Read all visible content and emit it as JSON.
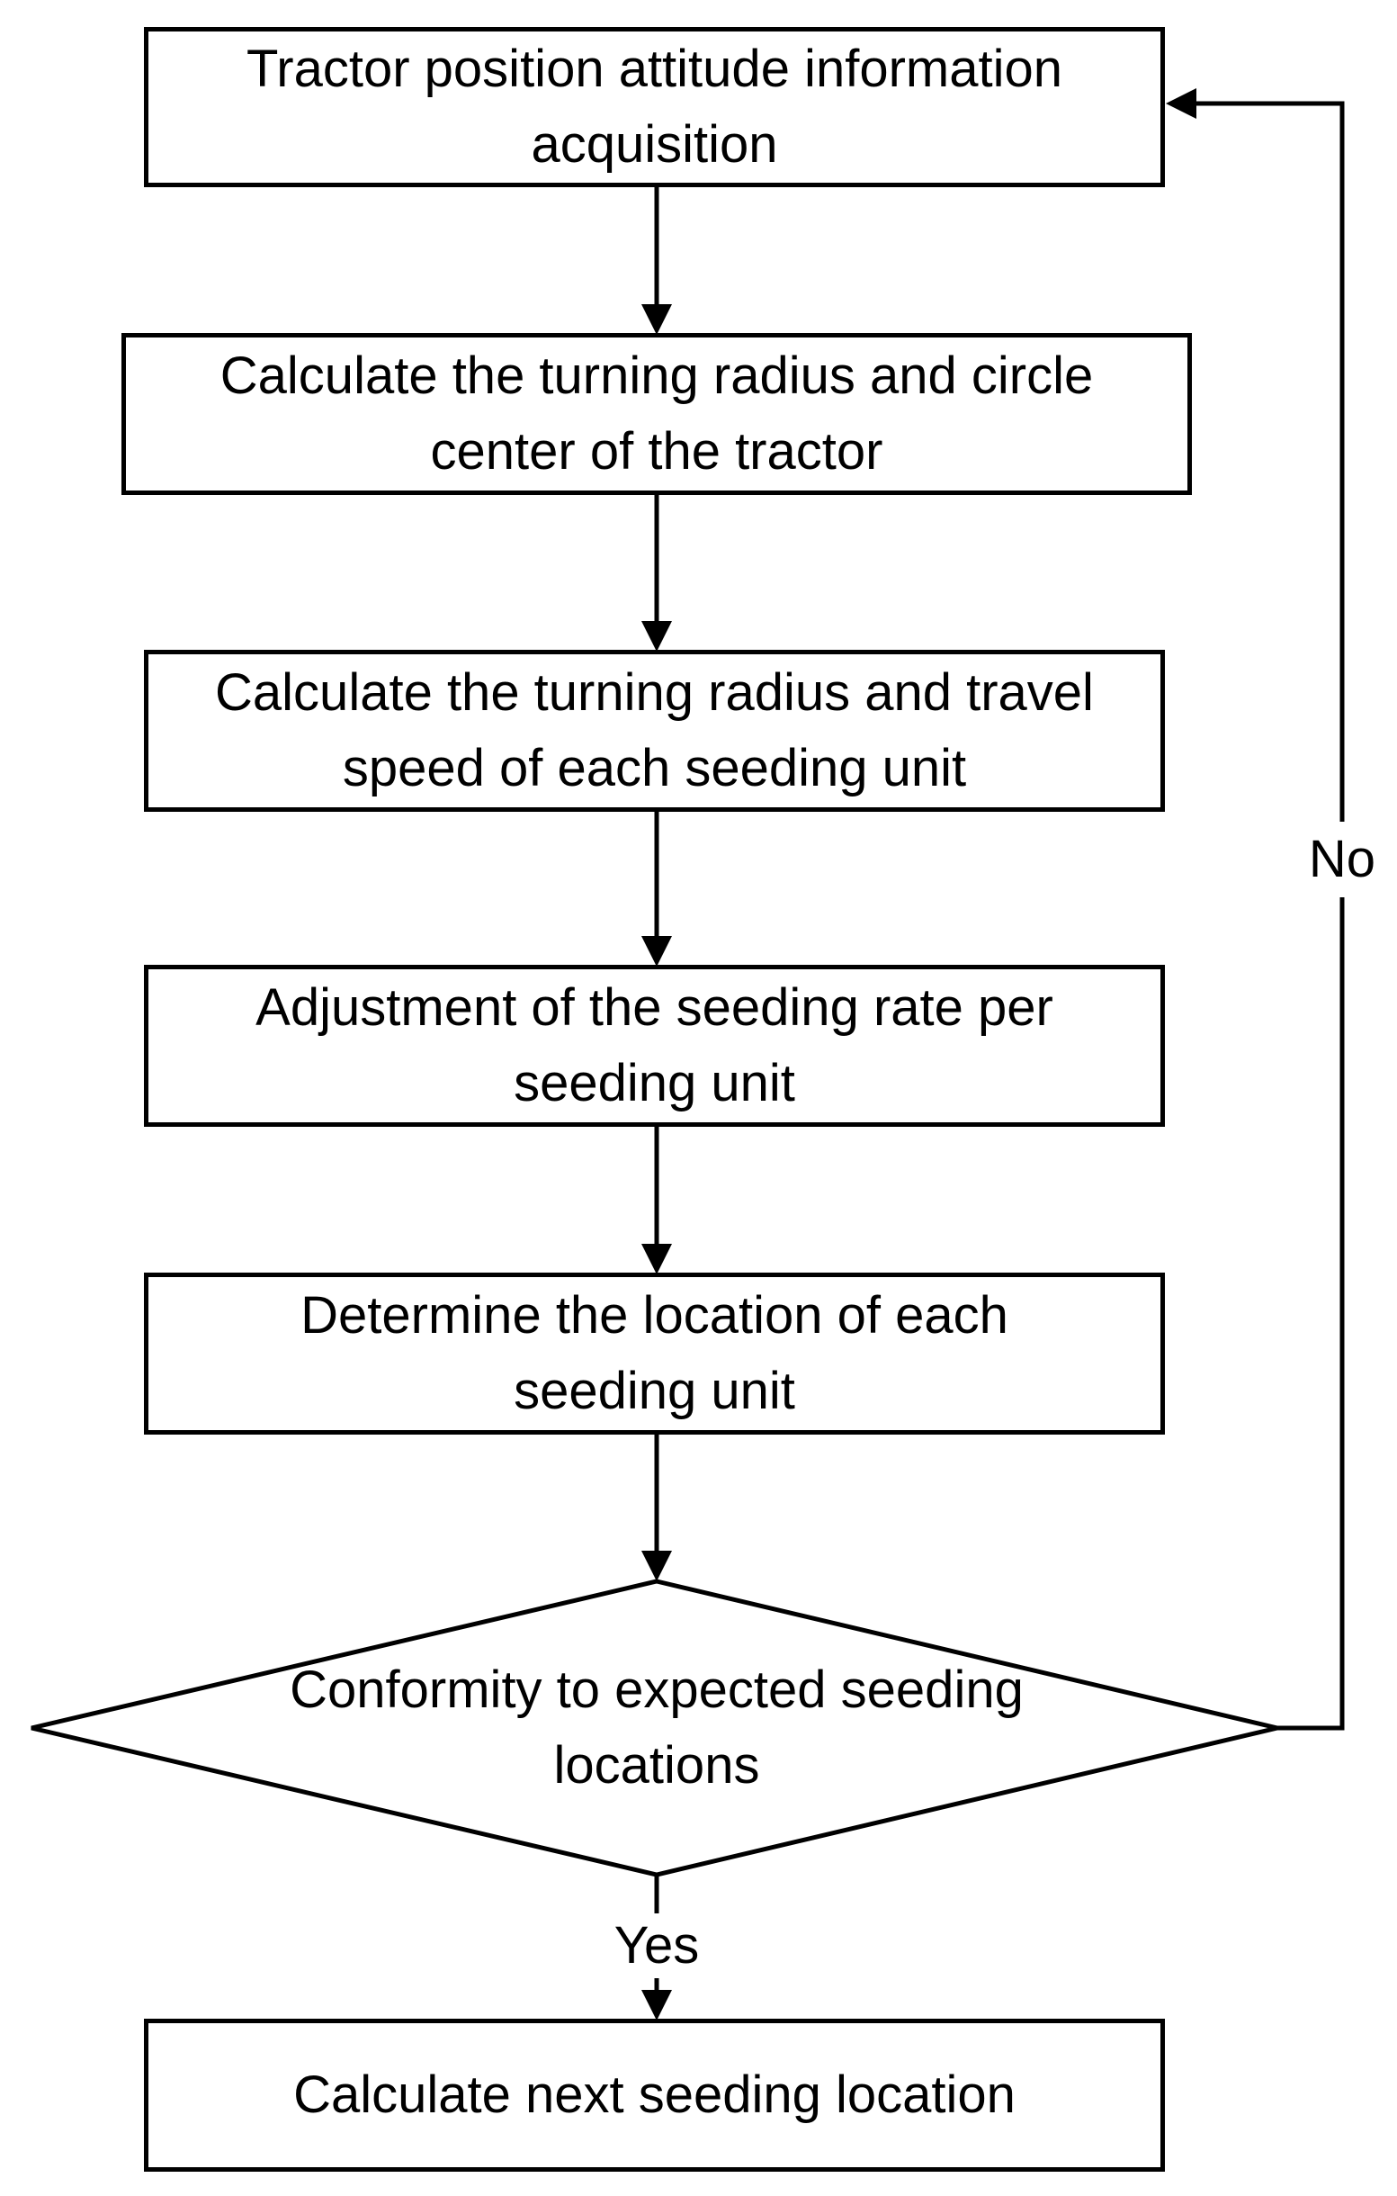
{
  "flowchart": {
    "background_color": "#ffffff",
    "line_color": "#000000",
    "text_color": "#000000",
    "nodes": {
      "acquisition": {
        "type": "process",
        "label": "Tractor position attitude information\nacquisition"
      },
      "tractor_turning": {
        "type": "process",
        "label": "Calculate the turning radius and circle\ncenter of the tractor"
      },
      "unit_turning": {
        "type": "process",
        "label": "Calculate the turning radius and travel\nspeed of each seeding unit"
      },
      "rate_adjustment": {
        "type": "process",
        "label": "Adjustment of the seeding rate per\nseeding unit"
      },
      "unit_location": {
        "type": "process",
        "label": "Determine the location of each\nseeding unit"
      },
      "conformity_decision": {
        "type": "decision",
        "label": "Conformity to expected seeding\nlocations"
      },
      "next_location": {
        "type": "process",
        "label": "Calculate next seeding location"
      }
    },
    "edges": {
      "yes_label": "Yes",
      "no_label": "No"
    }
  }
}
